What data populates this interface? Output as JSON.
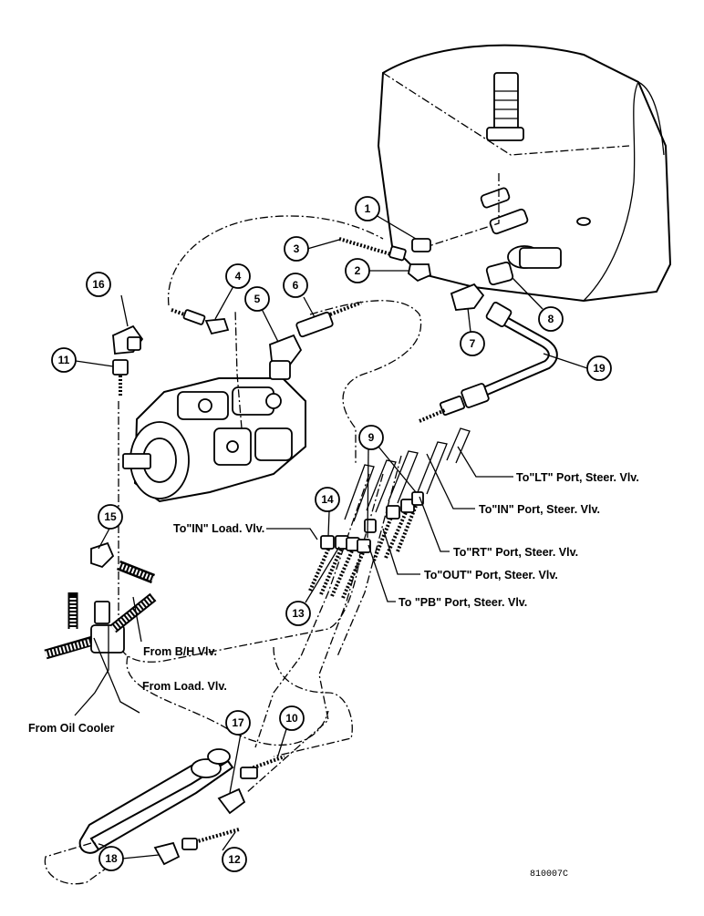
{
  "diagram": {
    "callouts": [
      "1",
      "2",
      "3",
      "4",
      "5",
      "6",
      "7",
      "8",
      "9",
      "10",
      "11",
      "12",
      "13",
      "14",
      "15",
      "16",
      "17",
      "18",
      "19"
    ],
    "labels": {
      "lt_port": "To\"LT\" Port, Steer. Vlv.",
      "in_port": "To\"IN\" Port, Steer. Vlv.",
      "rt_port": "To\"RT\" Port, Steer. Vlv.",
      "out_port": "To\"OUT\" Port, Steer. Vlv.",
      "pb_port": "To \"PB\" Port, Steer. Vlv.",
      "in_load": "To\"IN\" Load. Vlv.",
      "from_bh": "From B/H Vlv.",
      "from_load": "From Load. Vlv.",
      "from_cooler": "From Oil Cooler"
    },
    "figure_code": "810007C"
  }
}
